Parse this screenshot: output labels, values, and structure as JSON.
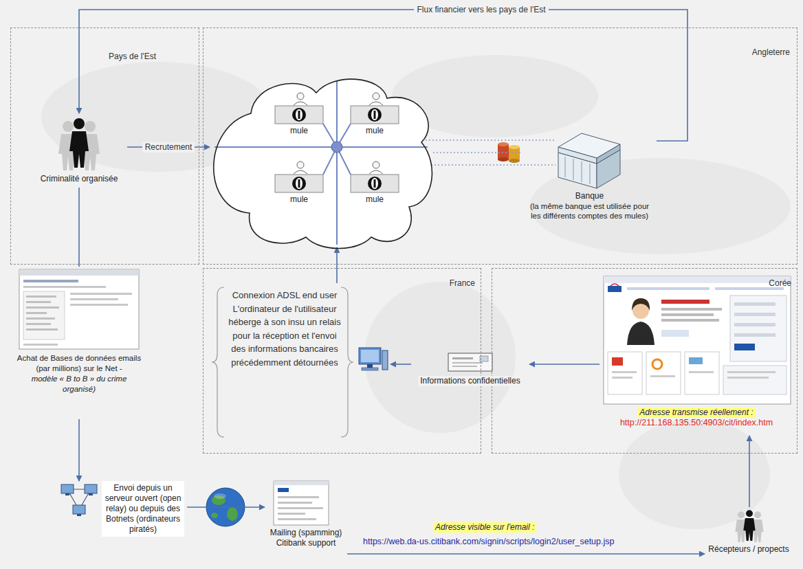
{
  "diagram": {
    "nodes": [
      {
        "text": [
          "Pays de l'Est"
        ]
      },
      {
        "text": [
          "Criminalité organisée"
        ],
        "in": 0
      },
      {
        "text": [
          "Angleterre"
        ]
      },
      {
        "text": [],
        "in": 2
      },
      {
        "text": [
          "mule"
        ],
        "in": 3
      },
      {
        "text": [
          "mule"
        ],
        "in": 3
      },
      {
        "text": [
          "mule"
        ],
        "in": 3
      },
      {
        "text": [
          "mule"
        ],
        "in": 3
      },
      {
        "text": [
          "Banque",
          "(la même banque est utilisée pour les différents comptes des mules)"
        ],
        "in": 2
      },
      {
        "text": [
          "Achat de Bases de données emails (par millions) sur le Net -",
          "modèle « B to B » du crime organisé)"
        ]
      },
      {
        "text": [
          "France"
        ]
      },
      {
        "text": [
          "Connexion ADSL end user",
          "L'ordinateur de l'utilisateur héberge à son insu un relais pour la réception et l'envoi des informations bancaires précédemment détournées"
        ],
        "in": 10
      },
      {
        "text": [
          "Informations confidentielles"
        ]
      },
      {
        "text": [
          "Corée"
        ]
      },
      {
        "text": [
          "Adresse transmise réellement :",
          "http://211.168.135.50:4903/cit/index.htm"
        ],
        "in": 13
      },
      {
        "text": [
          "Envoi depuis un serveur ouvert (open relay) ou depuis des Botnets (ordinateurs piratés)"
        ]
      },
      {
        "text": [
          "Mailing (spamming) Citibank support"
        ]
      },
      {
        "text": [
          "Récepteurs / propects"
        ]
      }
    ],
    "edges": [
      {
        "from": 8,
        "to": 1,
        "arrow": "to",
        "label": "Flux financier vers les pays de l'Est"
      },
      {
        "from": 1,
        "to": 3,
        "arrow": "to",
        "label": "Recrutement"
      },
      {
        "from": 3,
        "to": 8,
        "arrow": "none"
      },
      {
        "from": 1,
        "to": 9,
        "arrow": "none"
      },
      {
        "from": 9,
        "to": 15,
        "arrow": "to"
      },
      {
        "from": 15,
        "to": 16,
        "arrow": "to"
      },
      {
        "from": 16,
        "to": 17,
        "arrow": "to"
      },
      {
        "from": 17,
        "to": 14,
        "arrow": "to"
      },
      {
        "from": 14,
        "to": 12,
        "arrow": "to"
      },
      {
        "from": 12,
        "to": 11,
        "arrow": "to"
      },
      {
        "from": 11,
        "to": 3,
        "arrow": "to"
      }
    ],
    "labels": [
      "Adresse visible sur l'email :",
      "https://web.da-us.citibank.com/signin/scripts/login2/user_setup.jsp"
    ]
  }
}
